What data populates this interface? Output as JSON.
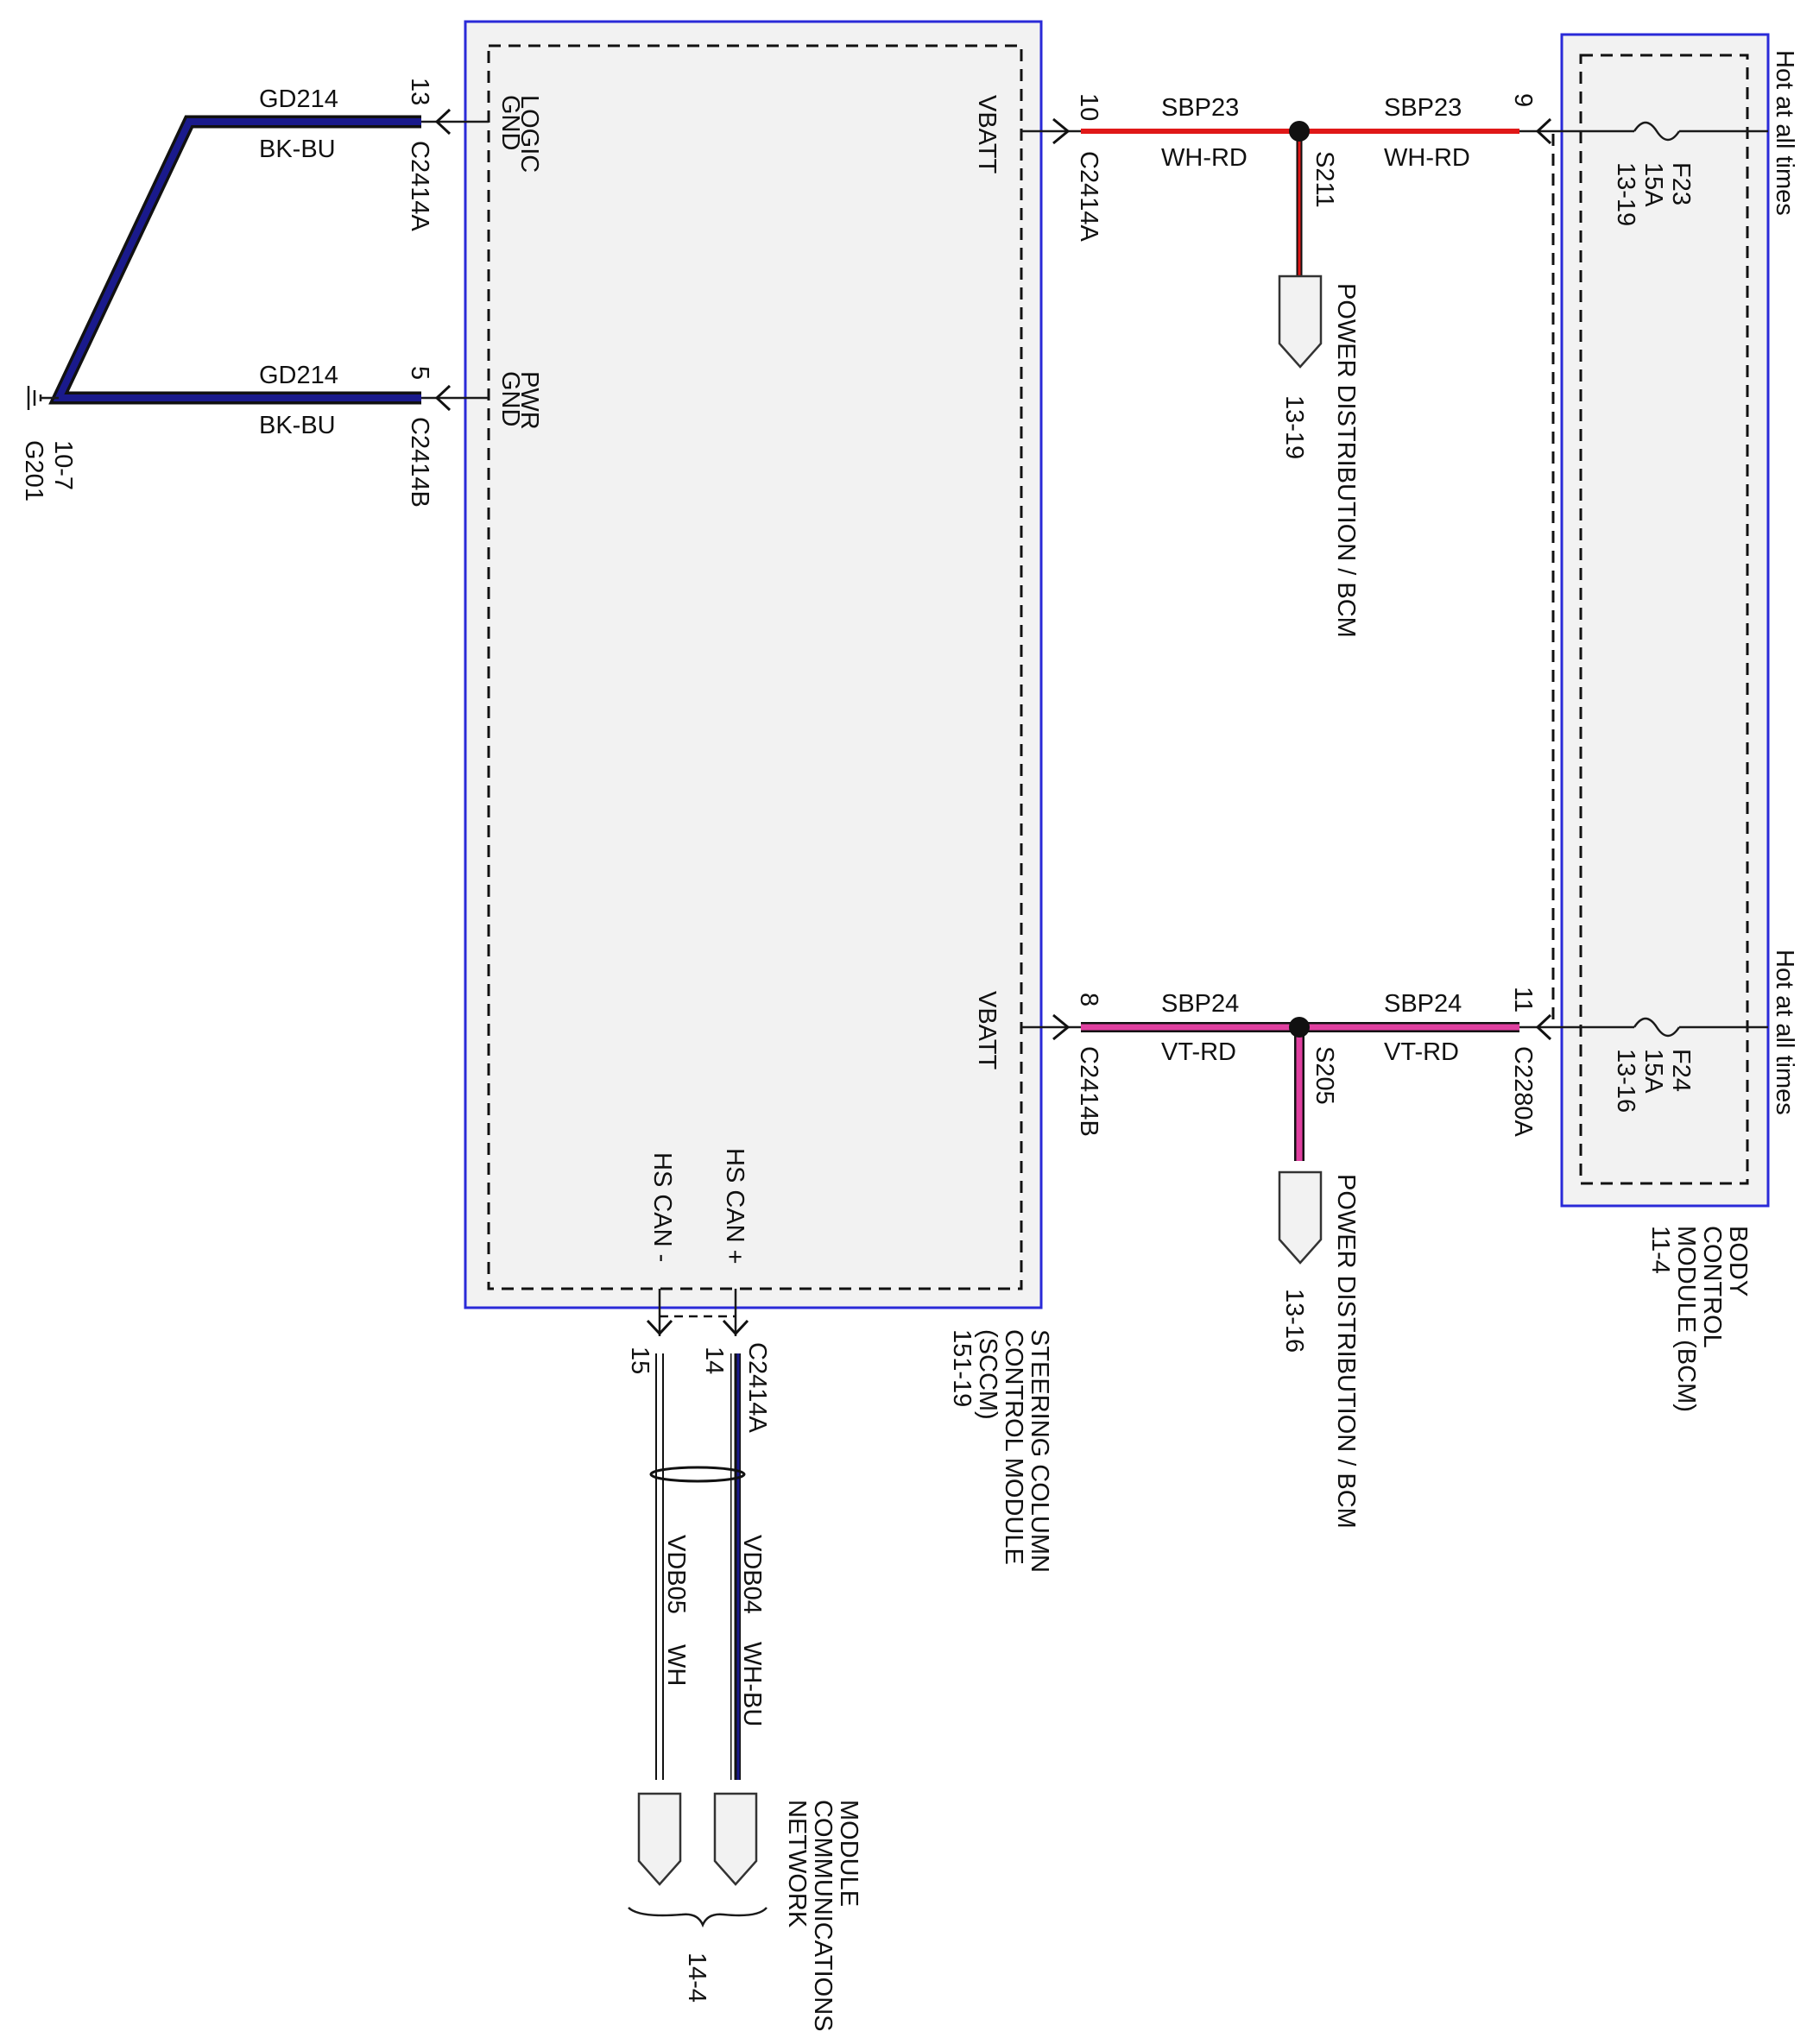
{
  "colors": {
    "module_border": "#2a2ad8",
    "module_fill": "#f2f2f2",
    "wire_red": "#e01818",
    "wire_violet_red": "#e040a0",
    "wire_black_blue": "#1a1a8c",
    "wire_white": "#ffffff",
    "wire_outline": "#111111"
  },
  "modules": {
    "sccm": {
      "name_lines": [
        "STEERING COLUMN",
        "CONTROL MODULE",
        "(SCCM)",
        "151-19"
      ],
      "pins": {
        "logic_gnd": [
          "LOGIC",
          "GND"
        ],
        "pwr_gnd": [
          "PWR",
          "GND"
        ],
        "vbatt_top": "VBATT",
        "vbatt_bottom": "VBATT",
        "hs_can_minus": "HS CAN -",
        "hs_can_plus": "HS CAN +"
      }
    },
    "bcm": {
      "name_lines": [
        "BODY",
        "CONTROL",
        "MODULE (BCM)",
        "11-4"
      ],
      "fuses": [
        {
          "lines": [
            "F23",
            "15A",
            "13-19"
          ]
        },
        {
          "lines": [
            "F24",
            "15A",
            "13-16"
          ]
        }
      ],
      "hot_labels": [
        "Hot at all times",
        "Hot at all times"
      ]
    }
  },
  "ground": {
    "id": "G201",
    "ref": "10-7",
    "circuits": [
      {
        "circuit": "GD214",
        "color": "BK-BU",
        "pin": "13",
        "connector": "C2414A"
      },
      {
        "circuit": "GD214",
        "color": "BK-BU",
        "pin": "5",
        "connector": "C2414B"
      }
    ]
  },
  "power": {
    "top": {
      "pin_left": "10",
      "connector_left": "C2414A",
      "circuit_left": "SBP23",
      "color_left": "WH-RD",
      "splice": "S211",
      "circuit_right": "SBP23",
      "color_right": "WH-RD",
      "pin_right": "9",
      "dest_lines": [
        "POWER DISTRIBUTION / BCM"
      ],
      "dest_ref": "13-19"
    },
    "bottom": {
      "pin_left": "8",
      "connector_left": "C2414B",
      "circuit_left": "SBP24",
      "color_left": "VT-RD",
      "splice": "S205",
      "circuit_right": "SBP24",
      "color_right": "VT-RD",
      "pin_right": "11",
      "connector_right": "C2280A",
      "dest_lines": [
        "POWER DISTRIBUTION / BCM"
      ],
      "dest_ref": "13-16"
    }
  },
  "network": {
    "connector": "C2414A",
    "wires": [
      {
        "pin": "15",
        "circuit": "VDB05",
        "color": "WH"
      },
      {
        "pin": "14",
        "circuit": "VDB04",
        "color": "WH-BU"
      }
    ],
    "dest_lines": [
      "MODULE",
      "COMMUNICATIONS",
      "NETWORK"
    ],
    "dest_ref": "14-4"
  }
}
